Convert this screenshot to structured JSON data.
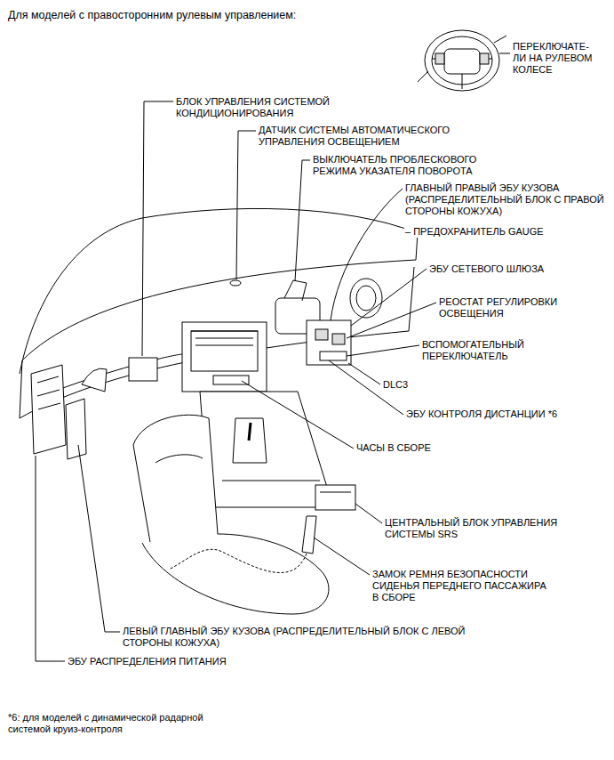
{
  "diagram": {
    "title": "Для моделей с правосторонним рулевым управлением:",
    "caption": "*6: для моделей с динамической радарной системой круиз-контроля",
    "labels": [
      "ПЕРЕКЛЮЧАТЕ- ЛИ НА РУЛЕВОМ КОЛЕСЕ",
      "БЛОК УПРАВЛЕНИЯ СИСТЕМОЙ КОНДИЦИОНИРОВАНИЯ",
      "ДАТЧИК СИСТЕМЫ АВТОМАТИЧЕСКОГО УПРАВЛЕНИЯ ОСВЕЩЕНИЕМ",
      "ВЫКЛЮЧАТЕЛЬ ПРОБЛЕСКОВОГО РЕЖИМА УКАЗАТЕЛЯ ПОВОРОТА",
      "ГЛАВНЫЙ ПРАВЫЙ ЭБУ КУЗОВА (РАСПРЕДЕЛИТЕЛЬНЫЙ БЛОК С ПРАВОЙ СТОРОНЫ КОЖУХА)",
      "– ПРЕДОХРАНИТЕЛЬ GAUGE",
      "ЭБУ СЕТЕВОГО ШЛЮЗА",
      "РЕОСТАТ РЕГУЛИРОВКИ ОСВЕЩЕНИЯ",
      "ВСПОМОГАТЕЛЬНЫЙ ПЕРЕКЛЮЧАТЕЛЬ",
      "DLC3",
      "ЭБУ КОНТРОЛЯ ДИСТАНЦИИ *6",
      "ЧАСЫ В СБОРЕ",
      "ЦЕНТРАЛЬНЫЙ БЛОК УПРАВЛЕНИЯ СИСТЕМЫ SRS",
      "ЗАМОК РЕМНЯ БЕЗОПАСНОСТИ СИДЕНЬЯ ПЕРЕДНЕГО ПАССАЖИРА В СБОРЕ",
      "ЛЕВЫЙ ГЛАВНЫЙ ЭБУ КУЗОВА (РАСПРЕДЕЛИТЕЛЬНЫЙ БЛОК С ЛЕВОЙ СТОРОНЫ КОЖУХА)",
      "ЭБУ РАСПРЕДЕЛЕНИЯ ПИТАНИЯ"
    ]
  }
}
